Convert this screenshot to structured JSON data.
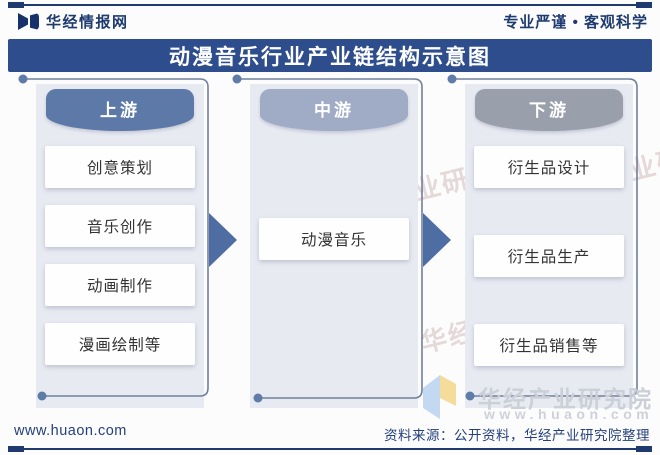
{
  "header": {
    "brand": "华经情报网",
    "slogan": "专业严谨 • 客观科学"
  },
  "title": "动漫音乐行业产业链结构示意图",
  "chain": {
    "upstream": {
      "label": "上游",
      "items": [
        "创意策划",
        "音乐创作",
        "动画制作",
        "漫画绘制等"
      ]
    },
    "midstream": {
      "label": "中游",
      "items": [
        "动漫音乐"
      ]
    },
    "downstream": {
      "label": "下游",
      "items": [
        "衍生品设计",
        "衍生品生产",
        "衍生品销售等"
      ]
    }
  },
  "watermark": {
    "name": "华经产业研究院",
    "url": "www.huaon.com"
  },
  "footer": {
    "site": "www.huaon.com",
    "source": "资料来源：公开资料，华经产业研究院整理"
  },
  "colors": {
    "navy": "#1e3a6f",
    "title_bar": "#2e4d8c",
    "upstream_header": "#5c79a7",
    "midstream_header": "#a0abc6",
    "downstream_header": "#9aa0ab",
    "panel": "#e8eaf2",
    "arrow": "#4e6ea3",
    "bracket": "#70809d"
  }
}
